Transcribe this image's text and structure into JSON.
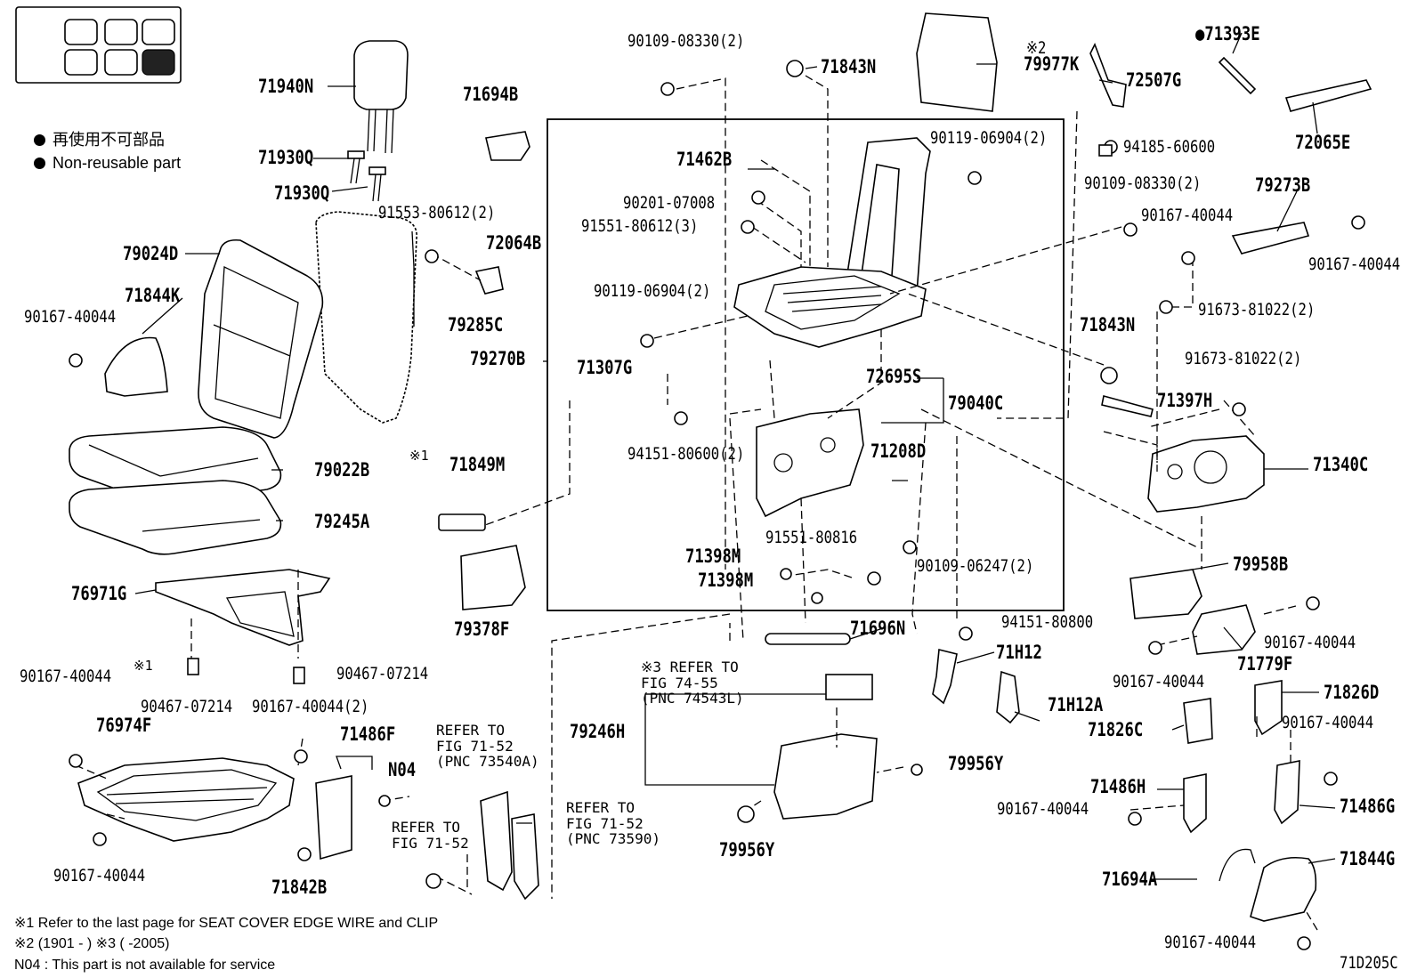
{
  "legend": {
    "ja": "再使用不可部品",
    "en": "Non-reusable part"
  },
  "parts": {
    "p71940N": "71940N",
    "p71930Q_a": "71930Q",
    "p71930Q_b": "71930Q",
    "p71694B": "71694B",
    "p90109_08330_top": "90109-08330(2)",
    "p71843N_top": "71843N",
    "p79977K": "79977K",
    "p72507G": "72507G",
    "p71393E": "71393E",
    "p72065E": "72065E",
    "p94185_60600": "94185-60600",
    "p71462B": "71462B",
    "p90119_06904_top": "90119-06904(2)",
    "p90201_07008": "90201-07008",
    "p91551_80612": "91551-80612(3)",
    "p91553_80612": "91553-80612(2)",
    "p72064B": "72064B",
    "p79024D": "79024D",
    "p71844K": "71844K",
    "p90167_40044_left": "90167-40044",
    "p79285C": "79285C",
    "p79270B": "79270B",
    "p90119_06904_mid": "90119-06904(2)",
    "p71307G": "71307G",
    "p72695S": "72695S",
    "p79040C": "79040C",
    "p90109_08330_right": "90109-08330(2)",
    "p79273B": "79273B",
    "p90167_40044_r1": "90167-40044",
    "p90167_40044_r2": "90167-40044",
    "p91673_81022_a": "91673-81022(2)",
    "p71843N_right": "71843N",
    "p91673_81022_b": "91673-81022(2)",
    "p71397H": "71397H",
    "p71340C": "71340C",
    "p79022B": "79022B",
    "p94151_80600": "94151-80600(2)",
    "p71208D": "71208D",
    "p71849M": "71849M",
    "p79245A": "79245A",
    "p91551_80816": "91551-80816",
    "p79958B": "79958B",
    "p71398M_a": "71398M",
    "p90109_06247": "90109-06247(2)",
    "p71398M_b": "71398M",
    "p76971G": "76971G",
    "p79378F": "79378F",
    "p71696N": "71696N",
    "p94151_80800": "94151-80800",
    "p90167_40044_r3": "90167-40044",
    "p71H12": "71H12",
    "p71779F": "71779F",
    "p90467_07214_r": "90467-07214",
    "p90167_40044_l2": "90167-40044",
    "p90467_07214_l": "90467-07214",
    "p90167_40044_2": "90167-40044(2)",
    "p71H12A": "71H12A",
    "p90167_40044_r4": "90167-40044",
    "p71826D": "71826D",
    "p79246H": "79246H",
    "p71826C": "71826C",
    "p90167_40044_r5": "90167-40044",
    "p76974F": "76974F",
    "p71486F": "71486F",
    "pN04": "N04",
    "p79956Y_a": "79956Y",
    "p71486H": "71486H",
    "p90167_40044_r6": "90167-40044",
    "p71486G": "71486G",
    "p79956Y_b": "79956Y",
    "p71694A": "71694A",
    "p71844G": "71844G",
    "p90167_40044_bl": "90167-40044",
    "p71842B": "71842B",
    "p90167_40044_br": "90167-40044"
  },
  "marks": {
    "bullet_71393E": "●",
    "note2_mark": "※2",
    "note1_mark_a": "※1",
    "note1_mark_b": "※1"
  },
  "refs": {
    "ref3_line1": "※3 REFER TO",
    "ref3_line2": "FIG 74-55",
    "ref3_line3": "(PNC 74543L)",
    "refA_line1": "REFER TO",
    "refA_line2": "FIG 71-52",
    "refA_line3": "(PNC 73540A)",
    "refB_line1": "REFER TO",
    "refB_line2": "FIG 71-52",
    "refC_line1": "REFER TO",
    "refC_line2": "FIG 71-52",
    "refC_line3": "(PNC 73590)"
  },
  "notes": {
    "note1": "※1  Refer to the last page for SEAT COVER EDGE WIRE and CLIP",
    "note2": "※2 (1901 -      )      ※3 (      -2005)",
    "n04": "N04 : This part is not available for service"
  },
  "figure_code": "71D205C"
}
